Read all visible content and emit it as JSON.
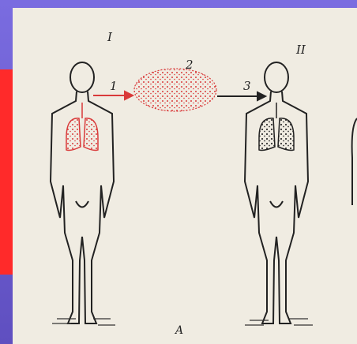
{
  "labels": {
    "figure_1": "I",
    "figure_2": "II",
    "arrow_1": "1",
    "cloud": "2",
    "arrow_3": "3",
    "caption": "A"
  },
  "colors": {
    "lungs_infected": "#d93a3a",
    "arrow": "#d93a3a",
    "paper": "#f0ece2",
    "frame": "#6a5ac8",
    "left_bar": "#ff2a2a"
  }
}
